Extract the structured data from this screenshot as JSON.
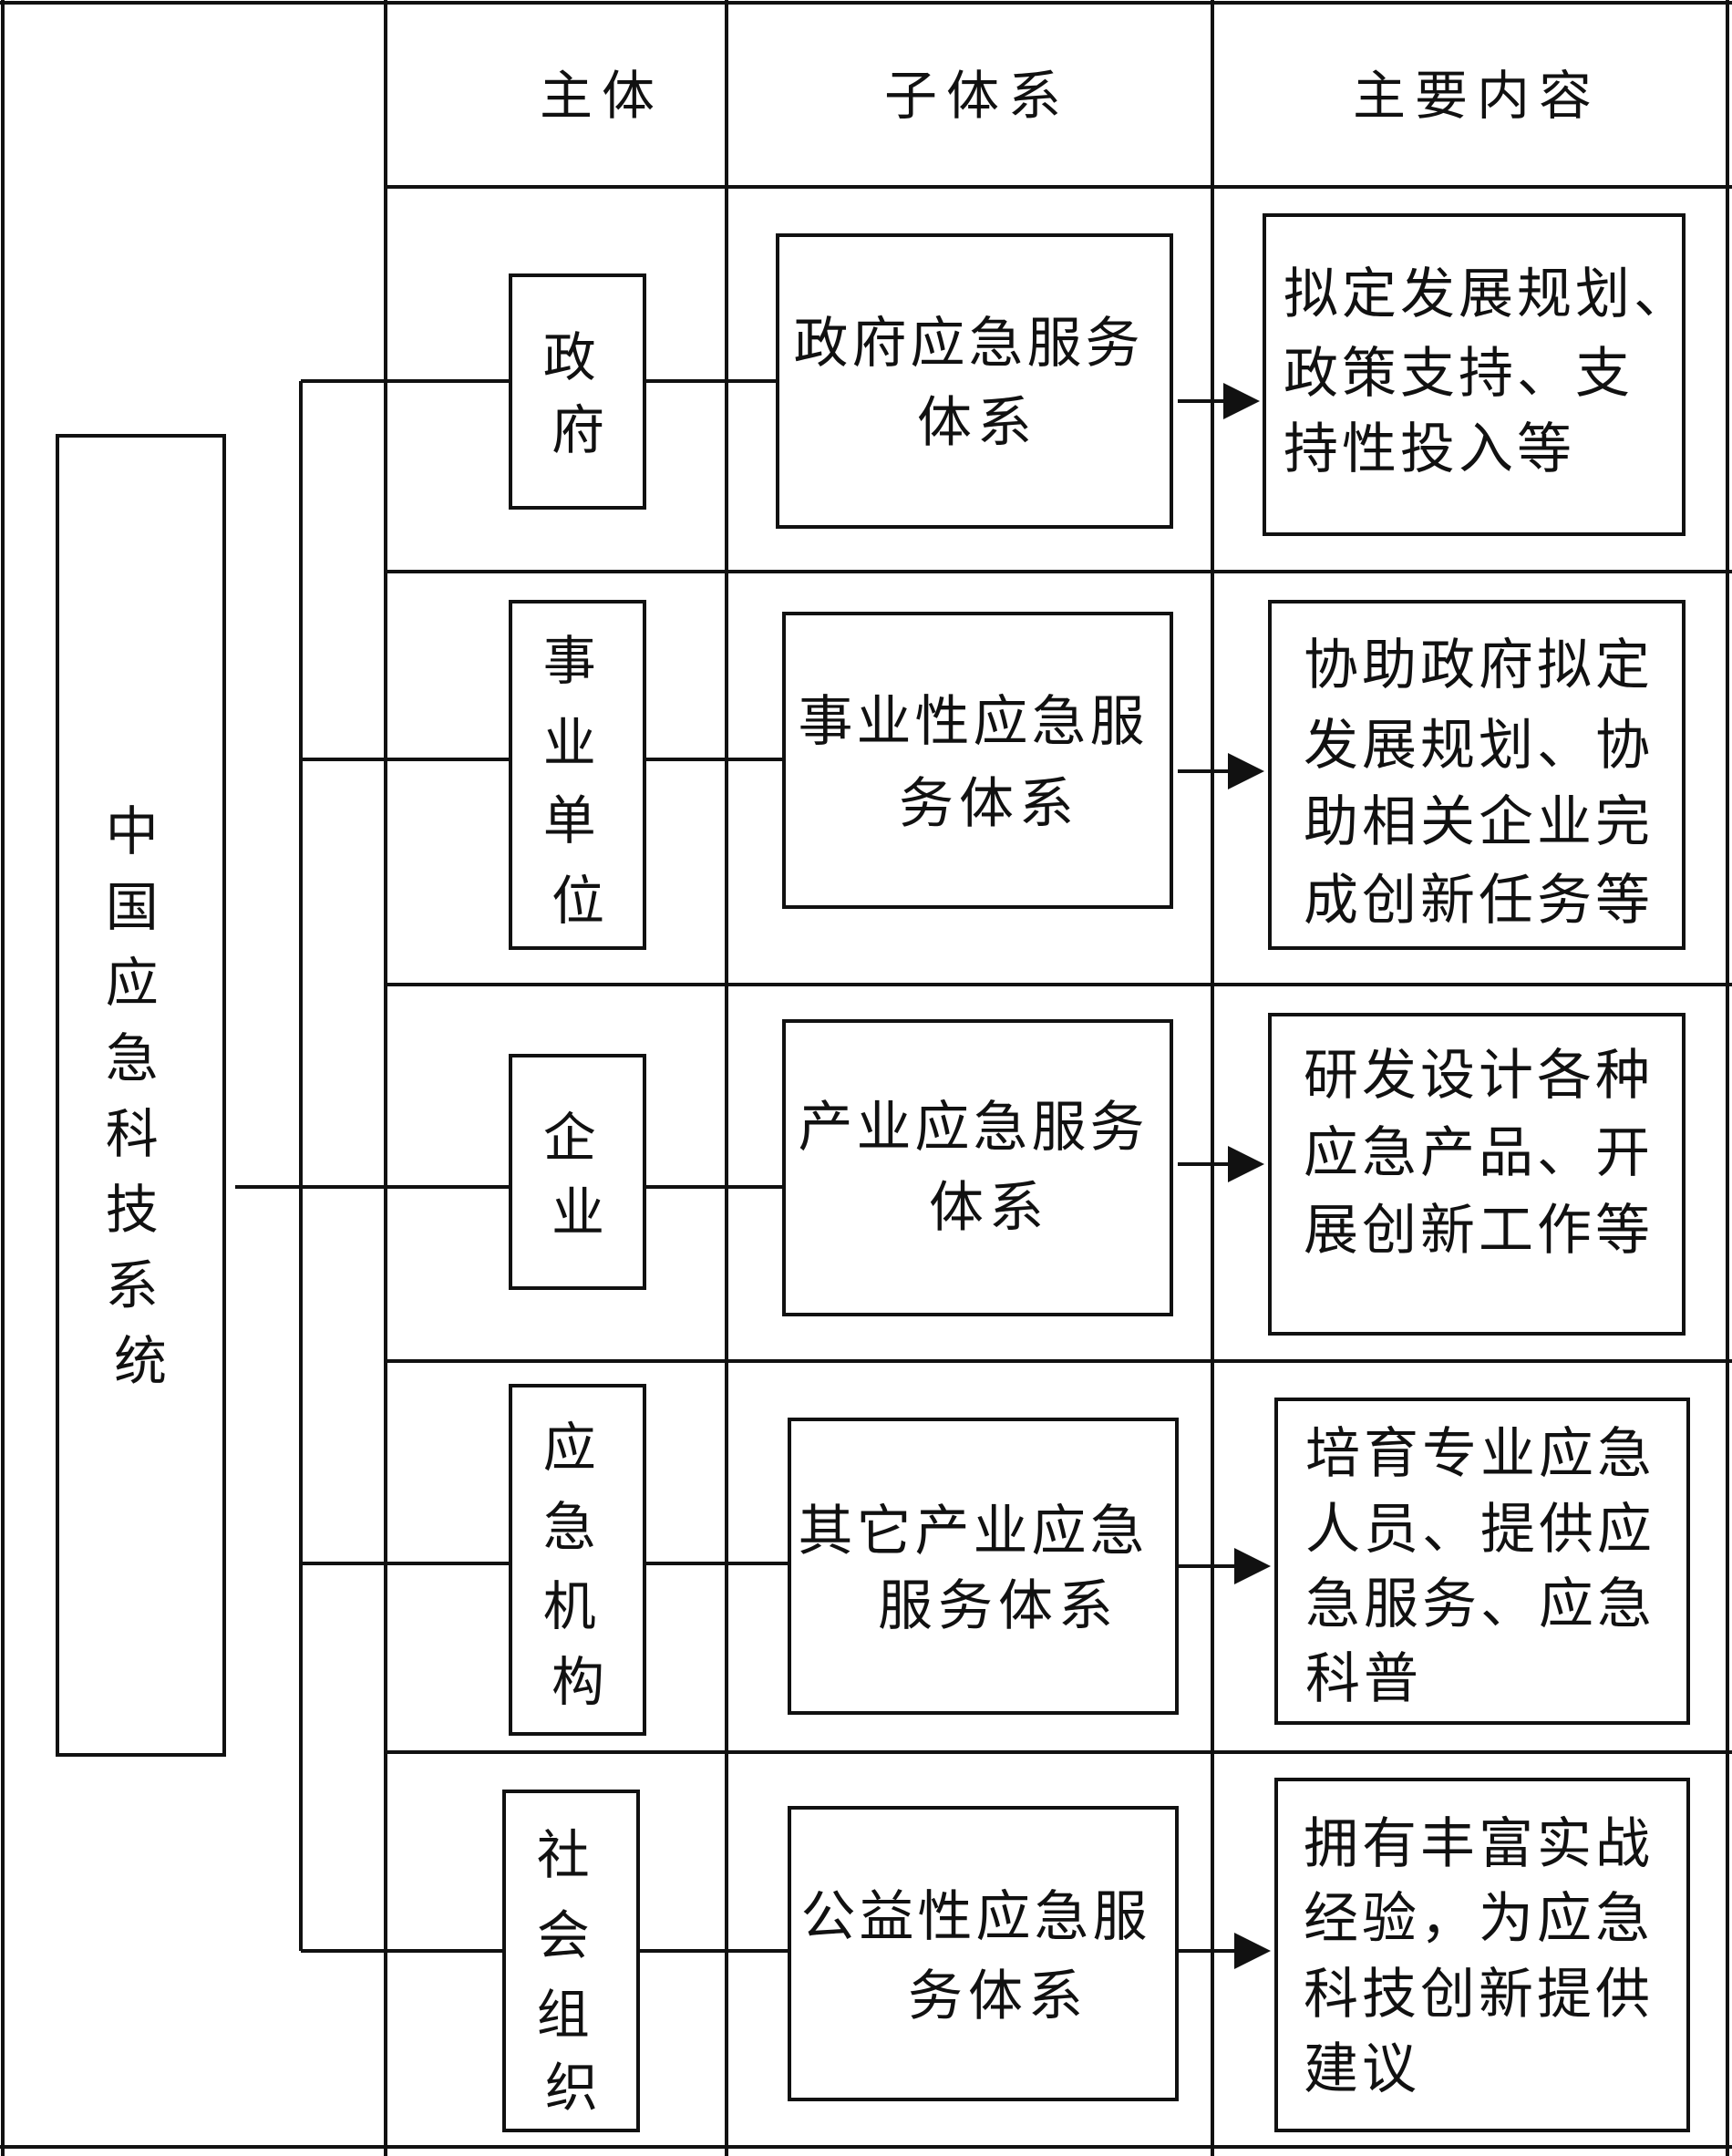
{
  "root": {
    "label_chars": [
      "中",
      "国",
      "应",
      "急",
      "科",
      "技",
      "系",
      "统"
    ]
  },
  "headers": {
    "subject": "主体",
    "subsystem": "子体系",
    "content": "主要内容"
  },
  "rows": [
    {
      "subject_chars": [
        "政",
        "府"
      ],
      "subsystem_lines": [
        "政府应急服务",
        "体系"
      ],
      "content_lines": [
        "拟定发展规划、",
        "政策支持、支",
        "持性投入等"
      ]
    },
    {
      "subject_chars": [
        "事",
        "业",
        "单",
        "位"
      ],
      "subsystem_lines": [
        "事业性应急服",
        "务体系"
      ],
      "content_lines": [
        "协助政府拟定",
        "发展规划、协",
        "助相关企业完",
        "成创新任务等"
      ]
    },
    {
      "subject_chars": [
        "企",
        "业"
      ],
      "subsystem_lines": [
        "产业应急服务",
        "体系"
      ],
      "content_lines": [
        "研发设计各种",
        "应急产品、开",
        "展创新工作等"
      ]
    },
    {
      "subject_chars": [
        "应",
        "急",
        "机",
        "构"
      ],
      "subsystem_lines": [
        "其它产业应急",
        "服务体系"
      ],
      "content_lines": [
        "培育专业应急",
        "人员、提供应",
        "急服务、应急",
        "科普"
      ]
    },
    {
      "subject_chars": [
        "社",
        "会",
        "组",
        "织"
      ],
      "subsystem_lines": [
        "公益性应急服",
        "务体系"
      ],
      "content_lines": [
        "拥有丰富实战",
        "经验，为应急",
        "科技创新提供",
        "建议"
      ]
    }
  ]
}
